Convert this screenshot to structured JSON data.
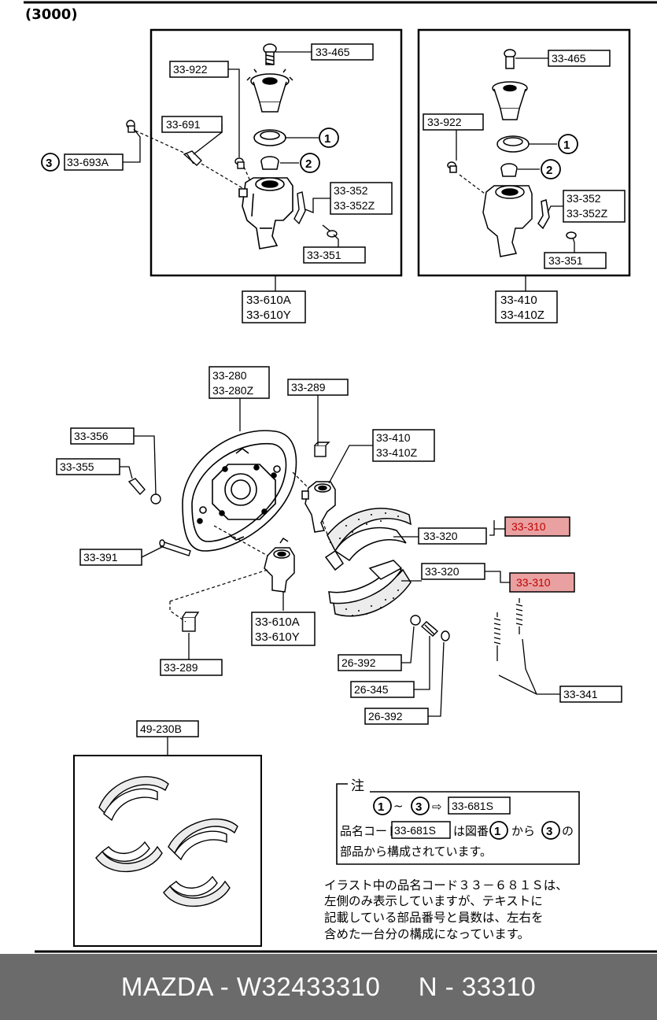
{
  "header": {
    "group_code": "(3000)"
  },
  "top_left_box": {
    "labels": [
      "33-465",
      "33-922",
      "33-691",
      "33-693A",
      "33-352",
      "33-352Z",
      "33-351"
    ],
    "callout_circles": [
      "3",
      "1",
      "2"
    ],
    "assembly": [
      "33-610A",
      "33-610Y"
    ]
  },
  "top_right_box": {
    "labels": [
      "33-465",
      "33-922",
      "33-352",
      "33-352Z",
      "33-351"
    ],
    "callout_circles": [
      "1",
      "2"
    ],
    "assembly": [
      "33-410",
      "33-410Z"
    ]
  },
  "main_assembly": {
    "labels": {
      "backing_plate": [
        "33-280",
        "33-280Z"
      ],
      "clip_top": "33-289",
      "bolt": "33-356",
      "nut": "33-355",
      "wheel_cyl_r": [
        "33-410",
        "33-410Z"
      ],
      "lining_top": "33-320",
      "shoe_top": "33-310",
      "lining_bottom": "33-320",
      "shoe_bottom": "33-310",
      "stud": "33-391",
      "wheel_cyl_l": [
        "33-610A",
        "33-610Y"
      ],
      "clip_bottom": "33-289",
      "pin": "26-392",
      "spring": "26-345",
      "cup": "26-392",
      "return_spring": "33-341"
    }
  },
  "shoe_kit": {
    "label": "49-230B"
  },
  "note": {
    "title": "注",
    "line1_prefix_circles": [
      "1",
      "3"
    ],
    "line1_code": "33-681S",
    "line2_a": "品名コード",
    "line2_code": "33-681S",
    "line2_b": "は図番",
    "line2_c": "から",
    "line2_d": "の",
    "line2_circle_from": "1",
    "line2_circle_to": "3",
    "line3": "部品から構成されています。"
  },
  "remark": [
    "イラスト中の品名コード３３－６８１Ｓは、",
    "左側のみ表示していますが、テキストに",
    "記載している部品番号と員数は、左右を",
    "含めた一台分の構成になっています。"
  ],
  "footer": {
    "text": "MAZDA - W32433310     N - 33310"
  },
  "colors": {
    "highlight": "#e9a0a0",
    "highlight_text": "#c00000",
    "footer_bg": "#6b6b6b"
  }
}
